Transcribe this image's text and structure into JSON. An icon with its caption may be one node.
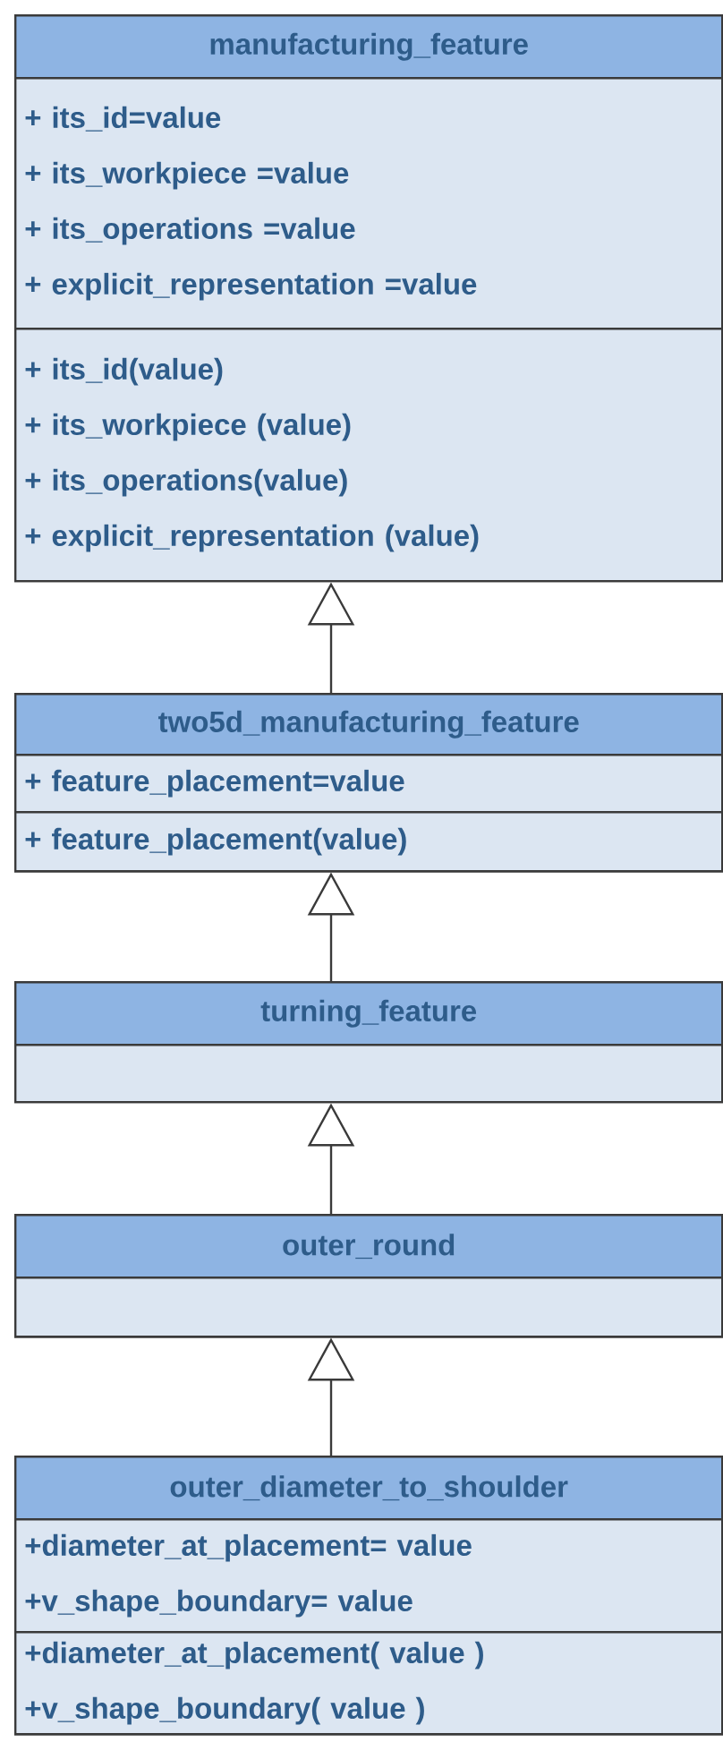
{
  "diagram": {
    "nodes": [
      {
        "text": [
          "manufacturing_feature"
        ]
      },
      {
        "text": [
          "+ its_id=value",
          "+ its_workpiece =value",
          "+ its_operations =value",
          "+ explicit_representation =value"
        ],
        "in": 0
      },
      {
        "text": [
          "+ its_id(value)",
          "+ its_workpiece (value)",
          "+ its_operations(value)",
          "+ explicit_representation (value)"
        ],
        "in": 0
      },
      {
        "text": [
          "two5d_manufacturing_feature"
        ]
      },
      {
        "text": [
          "+ feature_placement=value"
        ],
        "in": 3
      },
      {
        "text": [
          "+ feature_placement(value)"
        ],
        "in": 3
      },
      {
        "text": [
          "turning_feature"
        ]
      },
      {
        "text": [],
        "shape": "box",
        "in": 6
      },
      {
        "text": [
          "outer_round"
        ]
      },
      {
        "text": [],
        "shape": "box",
        "in": 8
      },
      {
        "text": [
          "outer_diameter_to_shoulder"
        ]
      },
      {
        "text": [
          "+diameter_at_placement= value",
          "+v_shape_boundary= value"
        ],
        "in": 10
      },
      {
        "text": [
          "+diameter_at_placement( value )",
          "+v_shape_boundary( value )"
        ],
        "in": 10
      }
    ],
    "edges": [
      {
        "from": 3,
        "to": 0,
        "arrow": "to"
      },
      {
        "from": 6,
        "to": 3,
        "arrow": "to"
      },
      {
        "from": 8,
        "to": 6,
        "arrow": "to"
      },
      {
        "from": 10,
        "to": 8,
        "arrow": "to"
      }
    ]
  }
}
